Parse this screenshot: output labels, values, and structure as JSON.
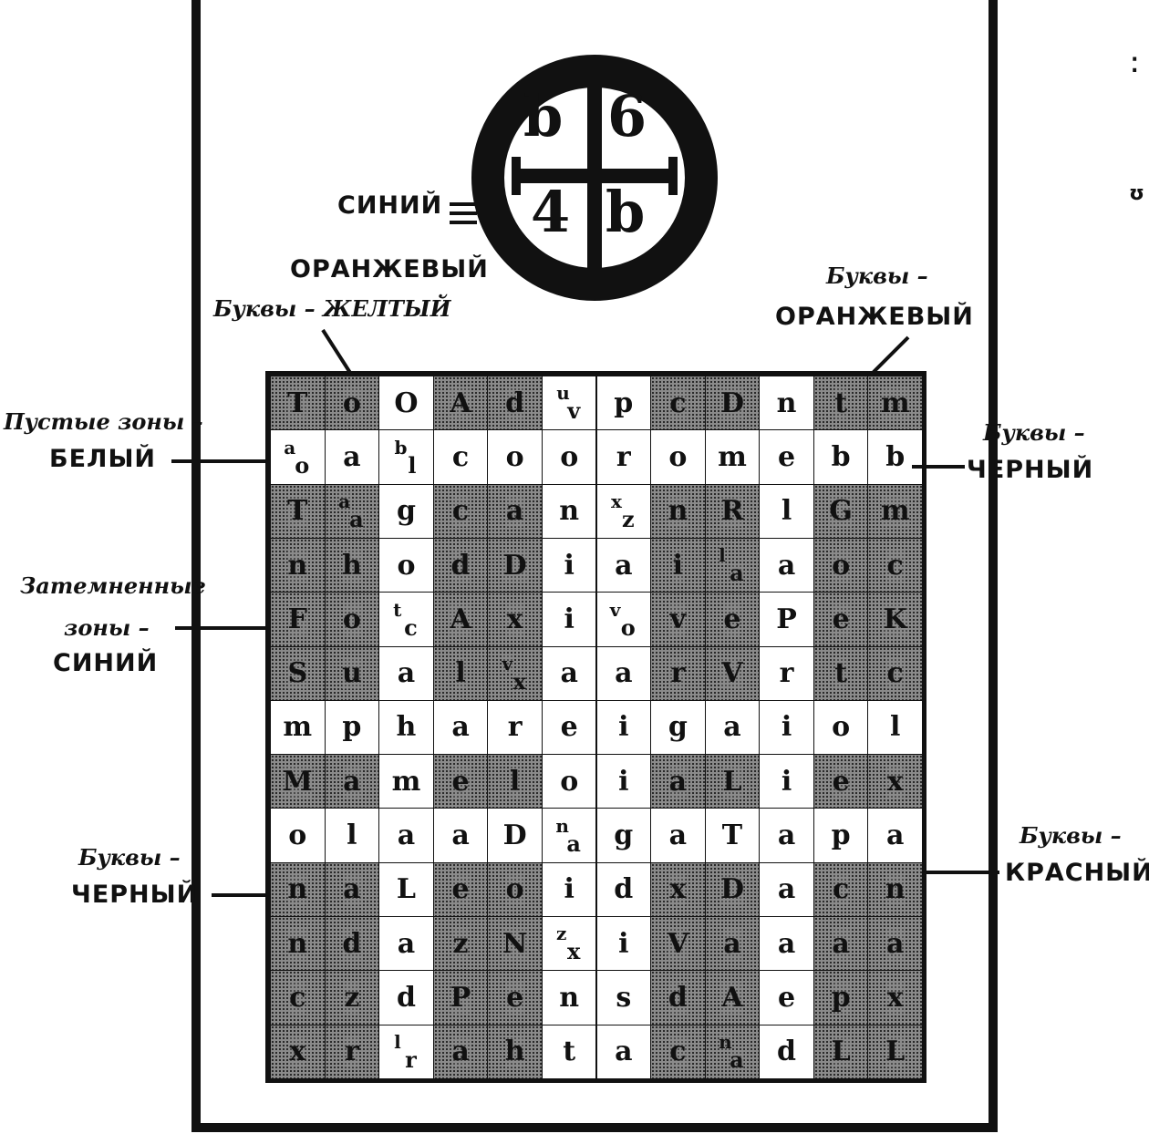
{
  "emblem": {
    "top_left": "b",
    "top_right": "6",
    "bottom_left": "4",
    "bottom_right": "b",
    "color_label": "СИНИЙ"
  },
  "labels": {
    "ring_orange": "ОРАНЖЕВЫЙ",
    "yellow_letters": "Буквы – ЖЕЛТЫЙ",
    "orange_letters_1": "Буквы –",
    "orange_letters_2": "ОРАНЖЕВЫЙ",
    "empty_zones_1": "Пустые зоны –",
    "empty_zones_2": "БЕЛЫЙ",
    "black_letters_right_1": "Буквы –",
    "black_letters_right_2": "ЧЕРНЫЙ",
    "shaded_zones_1": "Затемненные",
    "shaded_zones_2": "зоны –",
    "shaded_zones_3": "СИНИЙ",
    "black_letters_left_1": "Буквы –",
    "black_letters_left_2": "ЧЕРНЫЙ",
    "red_letters_1": "Буквы –",
    "red_letters_2": "КРАСНЫЙ"
  },
  "grid": {
    "rows": [
      [
        [
          "T",
          1
        ],
        [
          "o",
          1
        ],
        [
          "O",
          0
        ],
        [
          "A",
          1
        ],
        [
          "d",
          1
        ],
        [
          "uv",
          0
        ],
        [
          "p",
          0
        ],
        [
          "c",
          1
        ],
        [
          "D",
          1
        ],
        [
          "n",
          0
        ],
        [
          "t",
          1
        ],
        [
          "m",
          1
        ]
      ],
      [
        [
          "ao",
          0
        ],
        [
          "a",
          0
        ],
        [
          "bl",
          0
        ],
        [
          "c",
          0
        ],
        [
          "o",
          0
        ],
        [
          "o",
          0
        ],
        [
          "r",
          0
        ],
        [
          "o",
          0
        ],
        [
          "m",
          0
        ],
        [
          "e",
          0
        ],
        [
          "b",
          0
        ],
        [
          "b",
          0
        ]
      ],
      [
        [
          "T",
          1
        ],
        [
          "aa",
          1
        ],
        [
          "g",
          0
        ],
        [
          "c",
          1
        ],
        [
          "a",
          1
        ],
        [
          "n",
          0
        ],
        [
          "xz",
          0
        ],
        [
          "n",
          1
        ],
        [
          "R",
          1
        ],
        [
          "l",
          0
        ],
        [
          "G",
          1
        ],
        [
          "m",
          1
        ]
      ],
      [
        [
          "n",
          1
        ],
        [
          "h",
          1
        ],
        [
          "o",
          0
        ],
        [
          "d",
          1
        ],
        [
          "D",
          1
        ],
        [
          "i",
          0
        ],
        [
          "a",
          0
        ],
        [
          "i",
          1
        ],
        [
          "la",
          1
        ],
        [
          "a",
          0
        ],
        [
          "o",
          1
        ],
        [
          "c",
          1
        ]
      ],
      [
        [
          "F",
          1
        ],
        [
          "o",
          1
        ],
        [
          "tc",
          0
        ],
        [
          "A",
          1
        ],
        [
          "x",
          1
        ],
        [
          "i",
          0
        ],
        [
          "vo",
          0
        ],
        [
          "v",
          1
        ],
        [
          "e",
          1
        ],
        [
          "P",
          0
        ],
        [
          "e",
          1
        ],
        [
          "K",
          1
        ]
      ],
      [
        [
          "S",
          1
        ],
        [
          "u",
          1
        ],
        [
          "a",
          0
        ],
        [
          "l",
          1
        ],
        [
          "vx",
          1
        ],
        [
          "a",
          0
        ],
        [
          "a",
          0
        ],
        [
          "r",
          1
        ],
        [
          "V",
          1
        ],
        [
          "r",
          0
        ],
        [
          "t",
          1
        ],
        [
          "c",
          1
        ]
      ],
      [
        [
          "m",
          0
        ],
        [
          "p",
          0
        ],
        [
          "h",
          0
        ],
        [
          "a",
          0
        ],
        [
          "r",
          0
        ],
        [
          "e",
          0
        ],
        [
          "i",
          0
        ],
        [
          "g",
          0
        ],
        [
          "a",
          0
        ],
        [
          "i",
          0
        ],
        [
          "o",
          0
        ],
        [
          "l",
          0
        ]
      ],
      [
        [
          "M",
          1
        ],
        [
          "a",
          1
        ],
        [
          "m",
          0
        ],
        [
          "e",
          1
        ],
        [
          "l",
          1
        ],
        [
          "o",
          0
        ],
        [
          "i",
          0
        ],
        [
          "a",
          1
        ],
        [
          "L",
          1
        ],
        [
          "i",
          0
        ],
        [
          "e",
          1
        ],
        [
          "x",
          1
        ]
      ],
      [
        [
          "o",
          0
        ],
        [
          "l",
          0
        ],
        [
          "a",
          0
        ],
        [
          "a",
          0
        ],
        [
          "D",
          0
        ],
        [
          "na",
          0
        ],
        [
          "g",
          0
        ],
        [
          "a",
          0
        ],
        [
          "T",
          0
        ],
        [
          "a",
          0
        ],
        [
          "p",
          0
        ],
        [
          "a",
          0
        ]
      ],
      [
        [
          "n",
          1
        ],
        [
          "a",
          1
        ],
        [
          "L",
          0
        ],
        [
          "e",
          1
        ],
        [
          "o",
          1
        ],
        [
          "i",
          0
        ],
        [
          "d",
          0
        ],
        [
          "x",
          1
        ],
        [
          "D",
          1
        ],
        [
          "a",
          0
        ],
        [
          "c",
          1
        ],
        [
          "n",
          1
        ]
      ],
      [
        [
          "n",
          1
        ],
        [
          "d",
          1
        ],
        [
          "a",
          0
        ],
        [
          "z",
          1
        ],
        [
          "N",
          1
        ],
        [
          "zx",
          0
        ],
        [
          "i",
          0
        ],
        [
          "V",
          1
        ],
        [
          "a",
          1
        ],
        [
          "a",
          0
        ],
        [
          "a",
          1
        ],
        [
          "a",
          1
        ]
      ],
      [
        [
          "c",
          1
        ],
        [
          "z",
          1
        ],
        [
          "d",
          0
        ],
        [
          "P",
          1
        ],
        [
          "e",
          1
        ],
        [
          "n",
          0
        ],
        [
          "s",
          0
        ],
        [
          "d",
          1
        ],
        [
          "A",
          1
        ],
        [
          "e",
          0
        ],
        [
          "p",
          1
        ],
        [
          "x",
          1
        ]
      ],
      [
        [
          "x",
          1
        ],
        [
          "r",
          1
        ],
        [
          "lr",
          0
        ],
        [
          "a",
          1
        ],
        [
          "h",
          1
        ],
        [
          "t",
          0
        ],
        [
          "a",
          0
        ],
        [
          "c",
          1
        ],
        [
          "na",
          1
        ],
        [
          "d",
          0
        ],
        [
          "L",
          1
        ],
        [
          "L",
          1
        ]
      ]
    ]
  }
}
